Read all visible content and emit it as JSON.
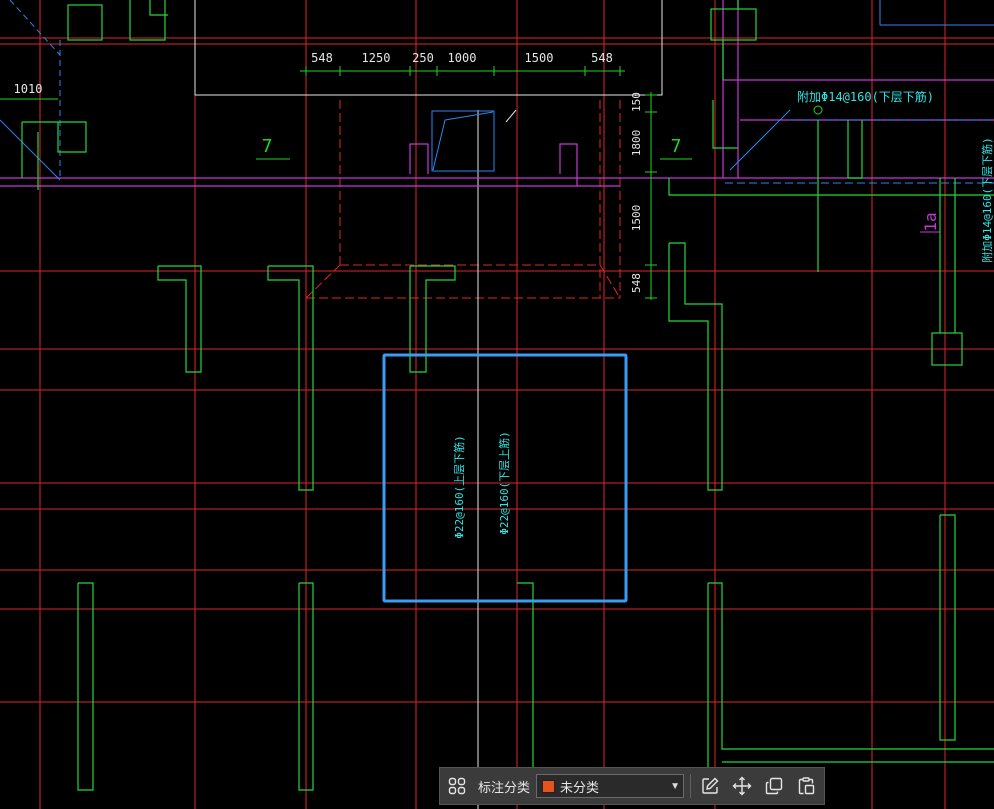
{
  "colors": {
    "background": "#000000",
    "axis_red": "#e0262b",
    "wall_green": "#25d63a",
    "dim_green": "#1fd61f",
    "magenta": "#c637d6",
    "cyan": "#2ee6e6",
    "blue": "#2d86f0",
    "white": "#e6e6e6",
    "selection": "#3a9df5",
    "swatch_unclassified": "#e4541c"
  },
  "drawing": {
    "dimensions_top": [
      "548",
      "1250",
      "250",
      "1000",
      "1500",
      "548"
    ],
    "dimensions_right": [
      "150",
      "1800",
      "1500",
      "548"
    ],
    "dimension_left": "1010",
    "mark_7_a": "7",
    "mark_7_b": "7",
    "mark_1a": "1a",
    "rebar_upper_right": "附加Φ14@160(下层下筋)",
    "rebar_right_vertical": "附加Φ14@160(下层下筋)",
    "rebar_selected_1": "Φ22@160(上层下筋)",
    "rebar_selected_2": "Φ22@160(下层上筋)"
  },
  "toolbar": {
    "label": "标注分类",
    "selected_category": "未分类",
    "icons": [
      "grid-icon",
      "edit-icon",
      "move-icon",
      "copy-icon",
      "paste-icon"
    ]
  }
}
